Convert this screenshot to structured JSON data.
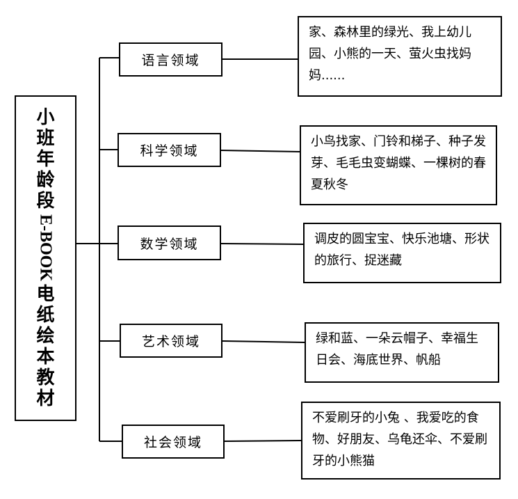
{
  "root": {
    "title_top": [
      "小",
      "班",
      "年",
      "龄",
      "段"
    ],
    "title_latin": "E-BOOK",
    "title_bottom": [
      "电",
      "纸",
      "绘",
      "本",
      "教",
      "材"
    ]
  },
  "branches": [
    {
      "domain": "语言领域",
      "content": "家、森林里的绿光、我上幼儿园、小熊的一天、萤火虫找妈妈......"
    },
    {
      "domain": "科学领域",
      "content": "小鸟找家、门铃和梯子、种子发芽、毛毛虫变蝴蝶、一棵树的春夏秋冬"
    },
    {
      "domain": "数学领域",
      "content": "调皮的圆宝宝、快乐池塘、形状的旅行、捉迷藏"
    },
    {
      "domain": "艺术领域",
      "content": "绿和蓝、一朵云帽子、幸福生日会、海底世界、帆船"
    },
    {
      "domain": "社会领域",
      "content": "不爱刷牙的小兔 、我爱吃的食物、好朋友、乌龟还伞、不爱刷牙的小熊猫"
    }
  ]
}
